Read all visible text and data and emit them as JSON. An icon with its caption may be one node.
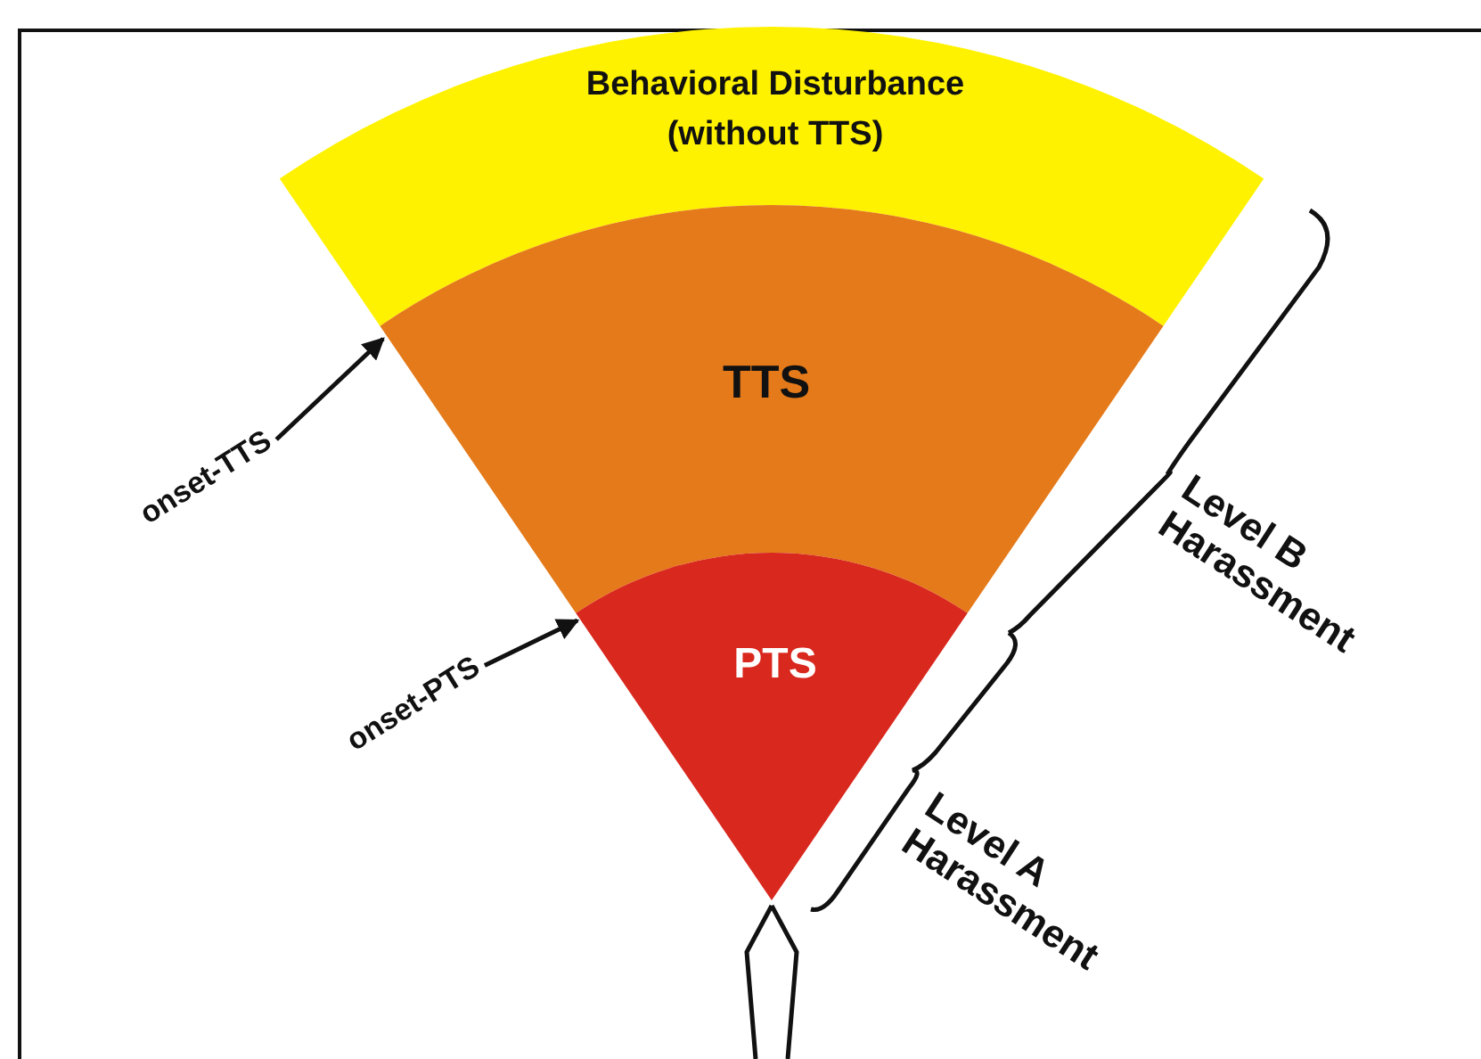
{
  "diagram": {
    "nodes": [
      {
        "text": [
          "Behavioral Disturbance (without TTS)"
        ]
      },
      {
        "text": [
          "TTS"
        ]
      },
      {
        "text": [
          "PTS"
        ]
      },
      {
        "text": [
          "onset-TTS"
        ]
      },
      {
        "text": [
          "onset-PTS"
        ]
      }
    ],
    "edges": [
      {
        "from": 3,
        "to": 1,
        "arrow": "to"
      },
      {
        "from": 4,
        "to": 2,
        "arrow": "to"
      }
    ],
    "labels": [
      "Level B Harassment",
      "Level A Harassment"
    ]
  }
}
